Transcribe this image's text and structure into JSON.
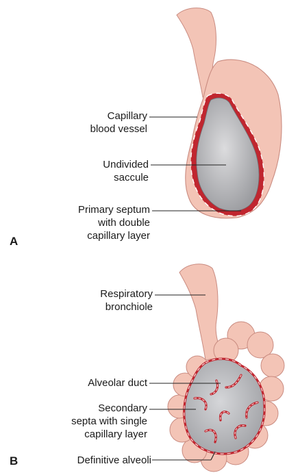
{
  "panel_a": {
    "letter": "A",
    "labels": {
      "capillary_line1": "Capillary",
      "capillary_line2": "blood vessel",
      "saccule_line1": "Undivided",
      "saccule_line2": "saccule",
      "septum_line1": "Primary septum",
      "septum_line2": "with double",
      "septum_line3": "capillary layer"
    }
  },
  "panel_b": {
    "letter": "B",
    "labels": {
      "bronchiole_line1": "Respiratory",
      "bronchiole_line2": "bronchiole",
      "duct": "Alveolar duct",
      "septa_line1": "Secondary",
      "septa_line2": "septa with single",
      "septa_line3": "capillary layer",
      "alveoli": "Definitive alveoli"
    }
  },
  "colors": {
    "tissue": "#f3c4b6",
    "tissue_edge": "#c98b80",
    "lumen": "#b9babd",
    "capillary": "#c0262f"
  }
}
